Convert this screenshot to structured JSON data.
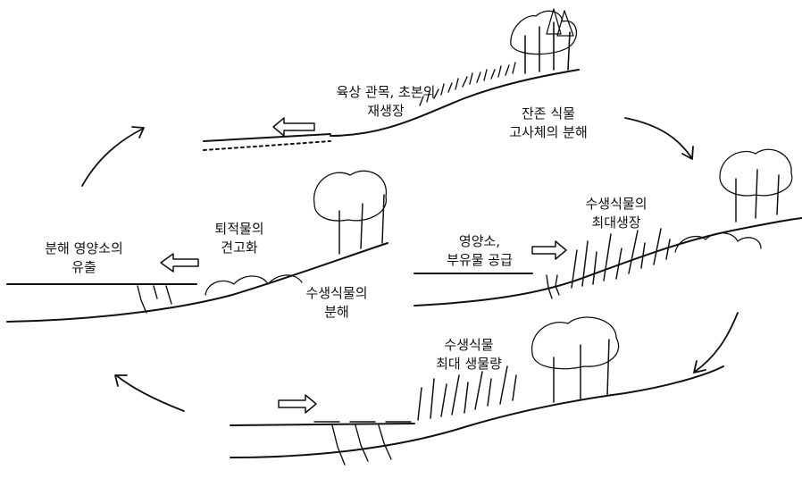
{
  "labels": {
    "stage1": [
      "육상 관목, 초본의",
      "재생장"
    ],
    "stage1b": [
      "잔존 식물",
      "고사체의 분해"
    ],
    "stage2": [
      "수생식물의",
      "최대생장"
    ],
    "stage2b": [
      "영양소,",
      "부유물 공급"
    ],
    "stage3": [
      "수생식물",
      "최대 생물량"
    ],
    "stage4a": [
      "퇴적물의",
      "견고화"
    ],
    "stage4b": [
      "분해 영양소의",
      "유출"
    ],
    "stage4c": [
      "수생식물의",
      "분해"
    ]
  }
}
